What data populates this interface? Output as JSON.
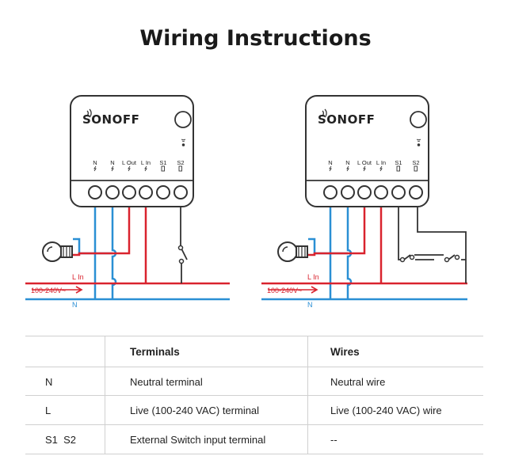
{
  "title": "Wiring Instructions",
  "device": {
    "brand": "SONOFF",
    "terminals": [
      "N",
      "N",
      "L Out",
      "L In",
      "S1",
      "S2"
    ]
  },
  "diagram_labels": {
    "l_in": "L In",
    "voltage": "100-240V~",
    "n": "N"
  },
  "colors": {
    "live": "#d9232e",
    "neutral": "#2a8fd4",
    "switch_wire": "#333333"
  },
  "table": {
    "headers": [
      "",
      "Terminals",
      "Wires"
    ],
    "rows": [
      [
        "N",
        "Neutral terminal",
        "Neutral wire"
      ],
      [
        "L",
        "Live (100-240 VAC) terminal",
        "Live (100-240 VAC) wire"
      ],
      [
        "S1  S2",
        "External Switch input terminal",
        "--"
      ]
    ]
  }
}
